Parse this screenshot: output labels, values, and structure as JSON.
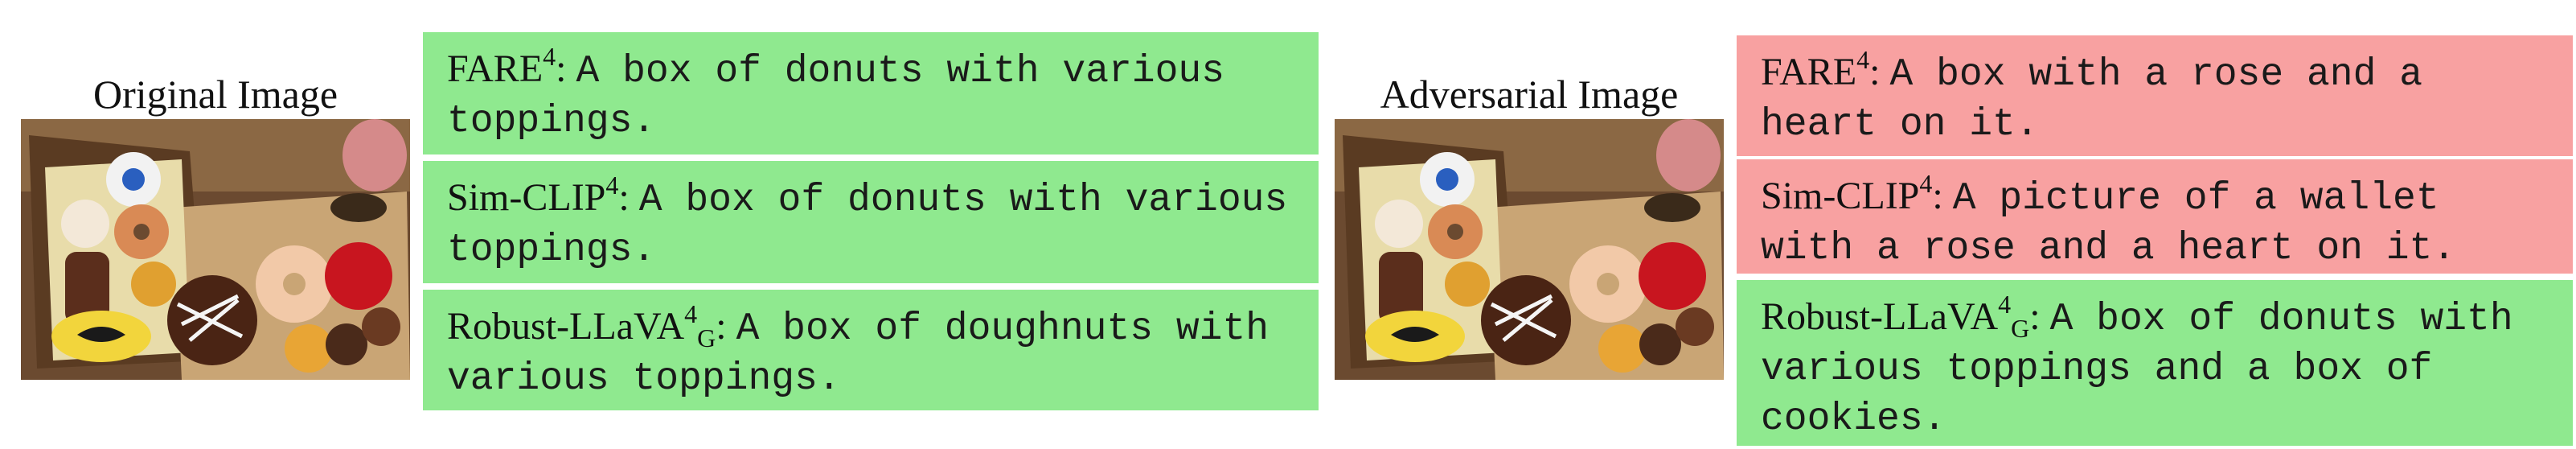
{
  "left": {
    "title": "Original Image",
    "image_name": "donut-box-photo",
    "captions": [
      {
        "model": "FARE",
        "sup": "4",
        "sub": "",
        "text": "A box of donuts with various toppings.",
        "status": "correct"
      },
      {
        "model": "Sim-CLIP",
        "sup": "4",
        "sub": "",
        "text": "A box of donuts with various toppings.",
        "status": "correct"
      },
      {
        "model": "Robust-LLaVA",
        "sup": "4",
        "sub": "G",
        "text": "A box of doughnuts with various toppings.",
        "status": "correct"
      }
    ]
  },
  "right": {
    "title": "Adversarial Image",
    "image_name": "adversarial-donut-box-photo",
    "captions": [
      {
        "model": "FARE",
        "sup": "4",
        "sub": "",
        "text": "A box with a rose and a heart on it.",
        "status": "incorrect"
      },
      {
        "model": "Sim-CLIP",
        "sup": "4",
        "sub": "",
        "text": "A picture of a wallet with a rose and a heart on it.",
        "status": "incorrect"
      },
      {
        "model": "Robust-LLaVA",
        "sup": "4",
        "sub": "G",
        "text": "A box of donuts with various toppings and a box of cookies.",
        "status": "correct"
      }
    ]
  },
  "colors": {
    "correct": "#8fe98f",
    "incorrect": "#f8a1a1"
  }
}
